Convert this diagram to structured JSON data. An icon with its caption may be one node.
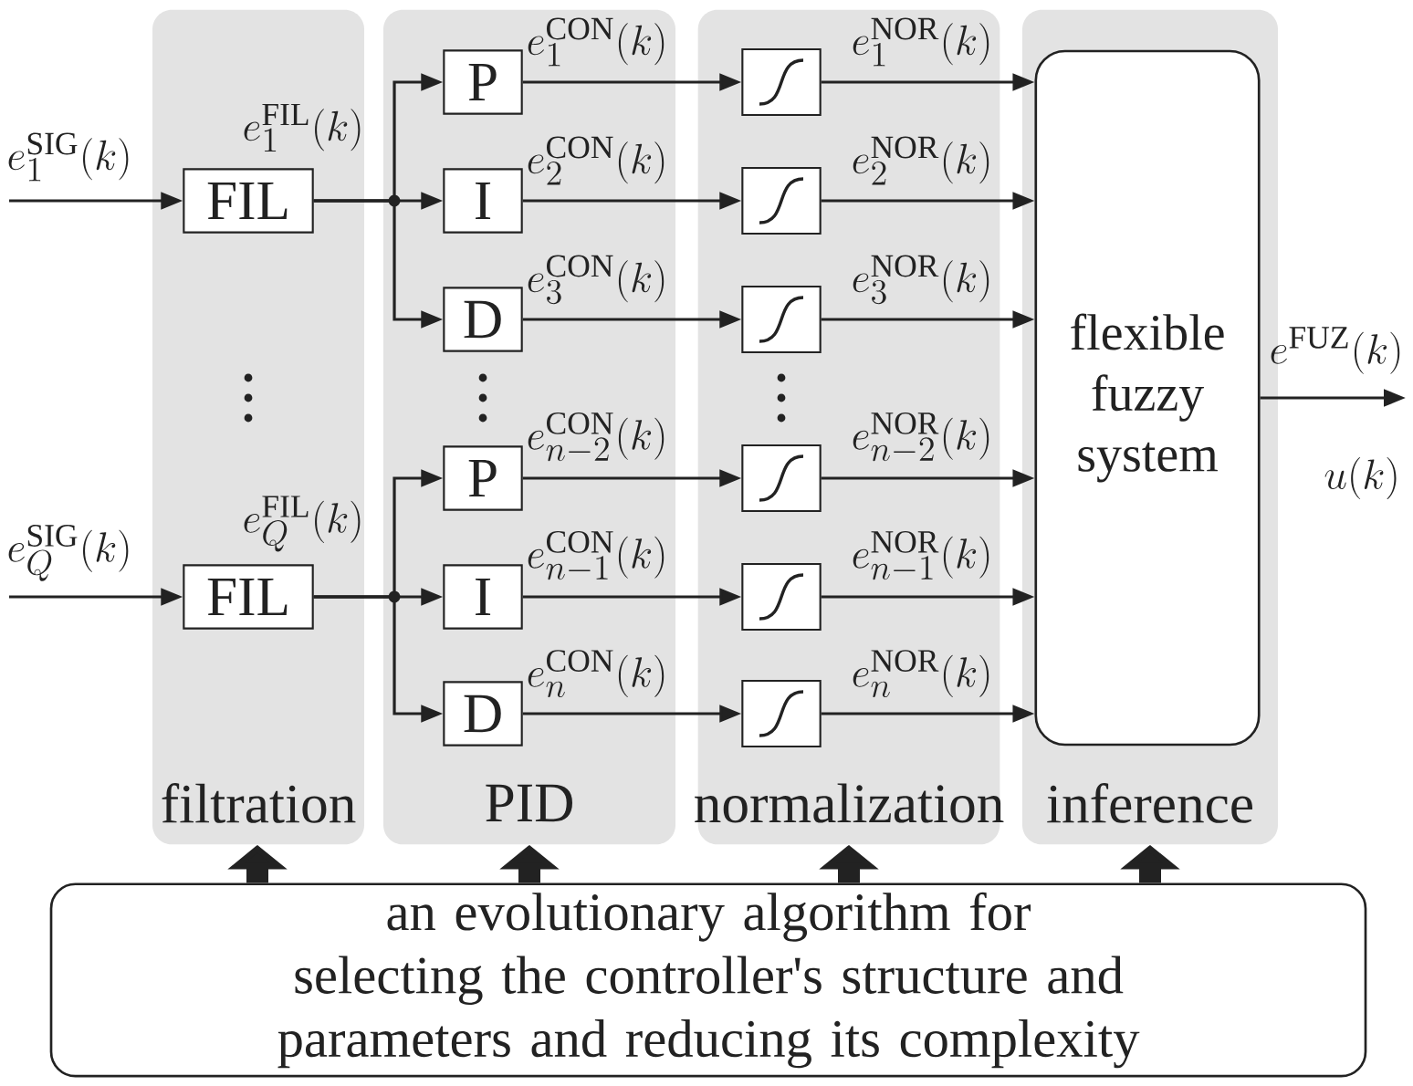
{
  "diagram": {
    "nodes": [
      {
        "text": [
          "filtration"
        ]
      },
      {
        "text": [
          "PID"
        ]
      },
      {
        "text": [
          "normalization"
        ]
      },
      {
        "text": [
          "inference"
        ]
      },
      {
        "text": [
          "FIL"
        ],
        "in": 0
      },
      {
        "text": [
          "FIL"
        ],
        "in": 0
      },
      {
        "text": [
          "P"
        ],
        "in": 1
      },
      {
        "text": [
          "I"
        ],
        "in": 1
      },
      {
        "text": [
          "D"
        ],
        "in": 1
      },
      {
        "text": [
          "P"
        ],
        "in": 1
      },
      {
        "text": [
          "I"
        ],
        "in": 1
      },
      {
        "text": [
          "D"
        ],
        "in": 1
      },
      {
        "text": [],
        "shape": "box",
        "in": 2
      },
      {
        "text": [],
        "shape": "box",
        "in": 2
      },
      {
        "text": [],
        "shape": "box",
        "in": 2
      },
      {
        "text": [],
        "shape": "box",
        "in": 2
      },
      {
        "text": [],
        "shape": "box",
        "in": 2
      },
      {
        "text": [],
        "shape": "box",
        "in": 2
      },
      {
        "text": [
          "flexible fuzzy system"
        ],
        "in": 3
      },
      {
        "text": [
          "an evolutionary algorithm for selecting the controller's structure and parameters and reducing its complexity"
        ]
      }
    ],
    "edges": [
      {
        "from": null,
        "to": 4,
        "arrow": "to",
        "label": "e_{1}^{\\mathrm{SIG}}(k)"
      },
      {
        "from": null,
        "to": 5,
        "arrow": "to",
        "label": "e_{Q}^{\\mathrm{SIG}}(k)"
      },
      {
        "from": 4,
        "to": 6,
        "arrow": "to"
      },
      {
        "from": 4,
        "to": 7,
        "arrow": "to"
      },
      {
        "from": 4,
        "to": 8,
        "arrow": "to"
      },
      {
        "from": 5,
        "to": 9,
        "arrow": "to"
      },
      {
        "from": 5,
        "to": 10,
        "arrow": "to"
      },
      {
        "from": 5,
        "to": 11,
        "arrow": "to"
      },
      {
        "from": 6,
        "to": 12,
        "arrow": "to",
        "label": "e_{1}^{\\mathrm{CON}}(k)"
      },
      {
        "from": 7,
        "to": 13,
        "arrow": "to",
        "label": "e_{2}^{\\mathrm{CON}}(k)"
      },
      {
        "from": 8,
        "to": 14,
        "arrow": "to",
        "label": "e_{3}^{\\mathrm{CON}}(k)"
      },
      {
        "from": 9,
        "to": 15,
        "arrow": "to",
        "label": "e_{n-2}^{\\mathrm{CON}}(k)"
      },
      {
        "from": 10,
        "to": 16,
        "arrow": "to",
        "label": "e_{n-1}^{\\mathrm{CON}}(k)"
      },
      {
        "from": 11,
        "to": 17,
        "arrow": "to",
        "label": "e_{n}^{\\mathrm{CON}}(k)"
      },
      {
        "from": 12,
        "to": 18,
        "arrow": "to",
        "label": "e_{1}^{\\mathrm{NOR}}(k)"
      },
      {
        "from": 13,
        "to": 18,
        "arrow": "to",
        "label": "e_{2}^{\\mathrm{NOR}}(k)"
      },
      {
        "from": 14,
        "to": 18,
        "arrow": "to",
        "label": "e_{3}^{\\mathrm{NOR}}(k)"
      },
      {
        "from": 15,
        "to": 18,
        "arrow": "to",
        "label": "e_{n-2}^{\\mathrm{NOR}}(k)"
      },
      {
        "from": 16,
        "to": 18,
        "arrow": "to",
        "label": "e_{n-1}^{\\mathrm{NOR}}(k)"
      },
      {
        "from": 17,
        "to": 18,
        "arrow": "to",
        "label": "e_{n}^{\\mathrm{NOR}}(k)"
      },
      {
        "from": 18,
        "to": null,
        "arrow": "to",
        "label": "e^{\\mathrm{FUZ}}(k)"
      },
      {
        "from": 19,
        "to": 0,
        "arrow": "to",
        "style": "thick"
      },
      {
        "from": 19,
        "to": 1,
        "arrow": "to",
        "style": "thick"
      },
      {
        "from": 19,
        "to": 2,
        "arrow": "to",
        "style": "thick"
      },
      {
        "from": 19,
        "to": 3,
        "arrow": "to",
        "style": "thick"
      }
    ],
    "labels": [
      "e_{1}^{\\mathrm{FIL}}(k)",
      "e_{Q}^{\\mathrm{FIL}}(k)",
      "u(k)"
    ]
  }
}
